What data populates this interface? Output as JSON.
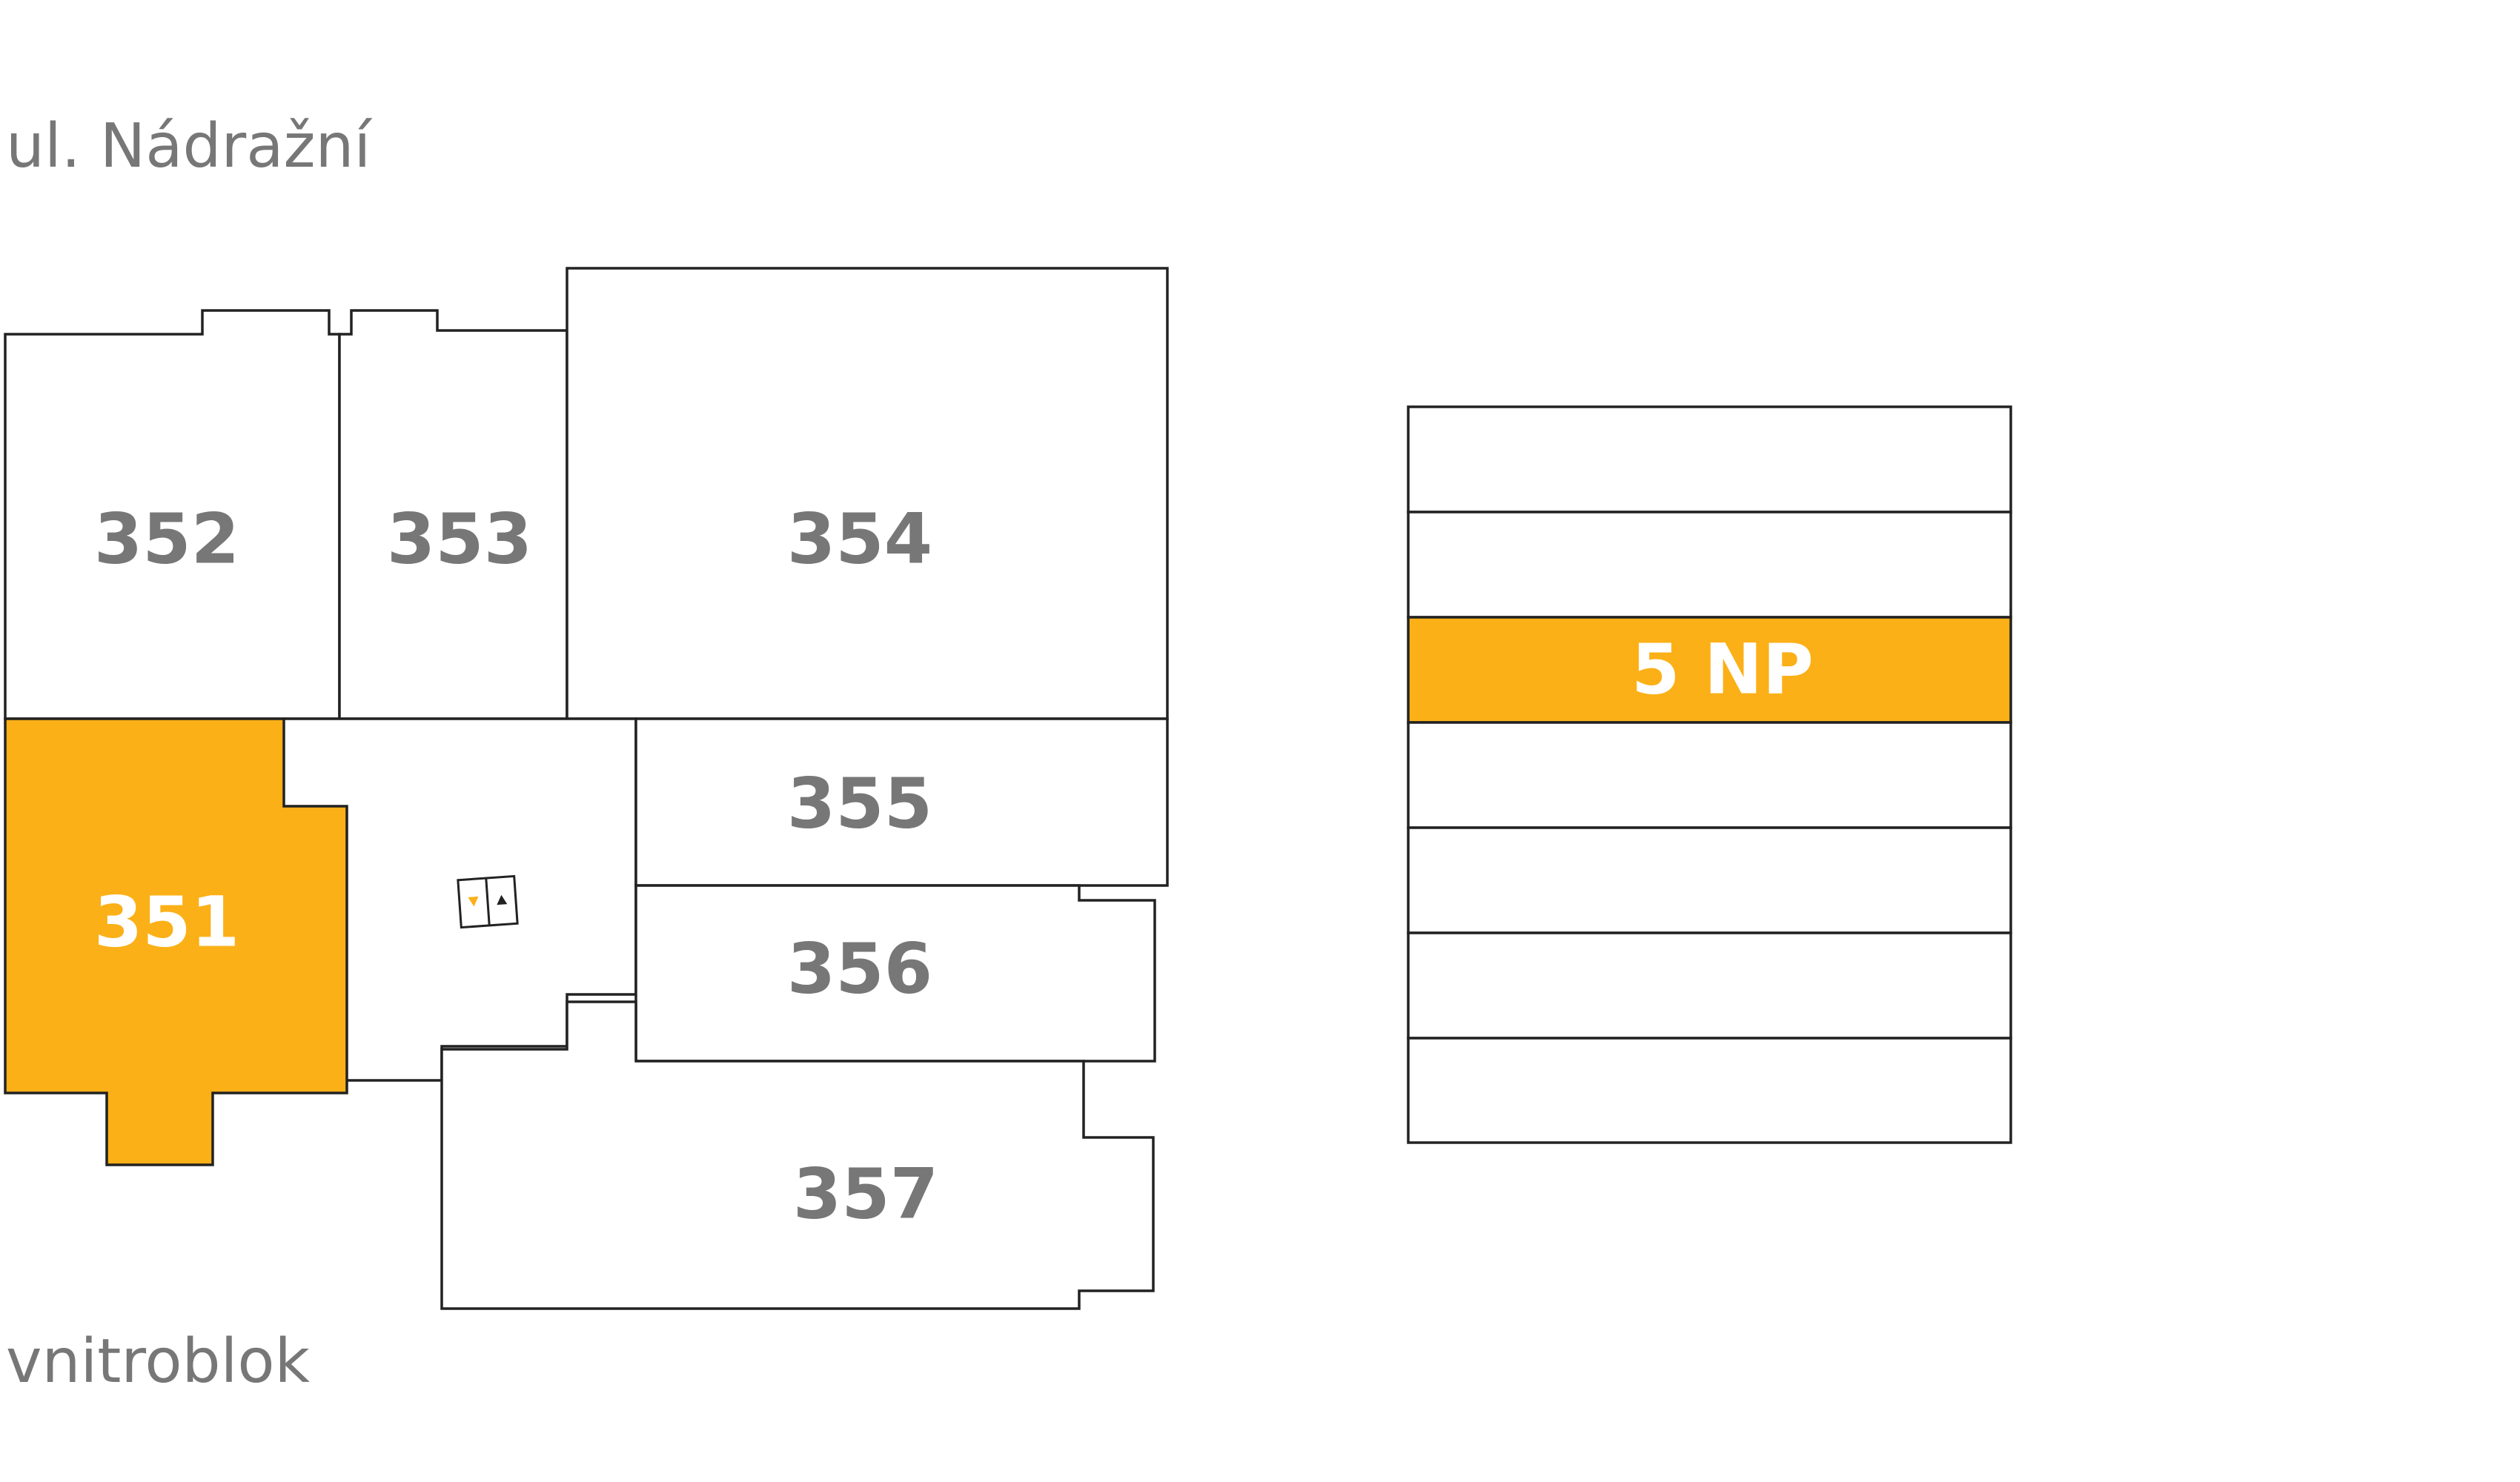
{
  "streets": {
    "top": "ul. Nádražní",
    "bottom": "vnitroblok"
  },
  "units": {
    "u351": "351",
    "u352": "352",
    "u353": "353",
    "u354": "354",
    "u355": "355",
    "u356": "356",
    "u357": "357"
  },
  "selected_unit": "351",
  "floor_selector": {
    "current_label": "5 NP"
  },
  "elevator": {
    "icons": [
      "down-arrow-icon",
      "up-arrow-icon"
    ]
  },
  "colors": {
    "accent": "#fbb017",
    "text_gray": "#777777",
    "outline": "#222222"
  }
}
